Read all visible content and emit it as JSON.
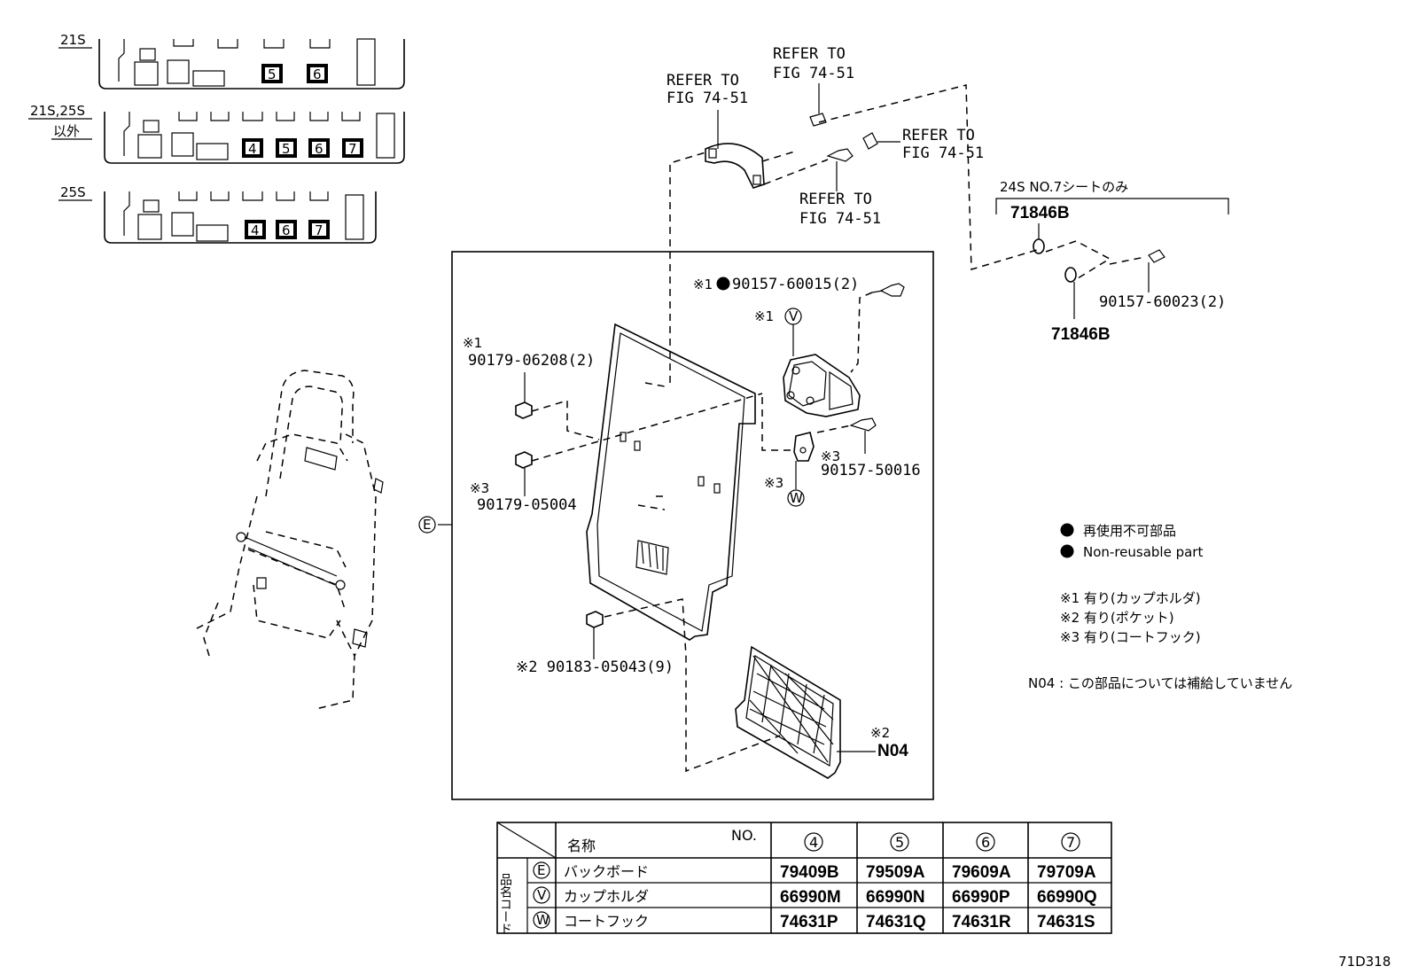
{
  "layouts": {
    "row1": {
      "label": "21S",
      "markers": [
        "5",
        "6"
      ]
    },
    "row2": {
      "label_line1": "21S,25S",
      "label_line2": "以外",
      "markers": [
        "4",
        "5",
        "6",
        "7"
      ]
    },
    "row3": {
      "label": "25S",
      "markers": [
        "4",
        "6",
        "7"
      ]
    }
  },
  "callouts": {
    "refer1_l1": "REFER TO",
    "refer1_l2": "FIG 74-51",
    "refer2_l1": "REFER TO",
    "refer2_l2": "FIG 74-51",
    "refer3_l1": "REFER TO",
    "refer3_l2": "FIG 74-51",
    "refer4_l1": "REFER TO",
    "refer4_l2": "FIG 74-51",
    "seat24s": "24S NO.7シートのみ",
    "part_71846b_top": "71846B",
    "part_71846b_bottom": "71846B",
    "part_90157_60023": "90157-60023(2)",
    "part_90157_60015": "90157-60015(2)",
    "part_90157_60015_prefix": "※1",
    "part_v_prefix": "※1",
    "part_v_code": "V",
    "part_90179_06208_prefix": "※1",
    "part_90179_06208": "90179-06208(2)",
    "part_90157_50016_prefix": "※3",
    "part_90157_50016": "90157-50016",
    "part_w_prefix": "※3",
    "part_w_code": "W",
    "part_90179_05004_prefix": "※3",
    "part_90179_05004": "90179-05004",
    "part_e_code": "E",
    "part_90183_05043": "※2 90183-05043(9)",
    "part_n04_prefix": "※2",
    "part_n04": "N04"
  },
  "legend": {
    "nonreusable_jp": "再使用不可部品",
    "nonreusable_en": "Non-reusable part",
    "note1": "※1 有り(カップホルダ)",
    "note2": "※2 有り(ポケット)",
    "note3": "※3 有り(コートフック)",
    "n04_note": "N04 : この部品については補給していません"
  },
  "table": {
    "header_name": "名称",
    "header_no": "NO.",
    "columns": [
      "4",
      "5",
      "6",
      "7"
    ],
    "side_label": "品名コード",
    "rows": [
      {
        "code": "E",
        "name": "バックボード",
        "values": [
          "79409B",
          "79509A",
          "79609A",
          "79709A"
        ]
      },
      {
        "code": "V",
        "name": "カップホルダ",
        "values": [
          "66990M",
          "66990N",
          "66990P",
          "66990Q"
        ]
      },
      {
        "code": "W",
        "name": "コートフック",
        "values": [
          "74631P",
          "74631Q",
          "74631R",
          "74631S"
        ]
      }
    ]
  },
  "figure_id": "71D318"
}
